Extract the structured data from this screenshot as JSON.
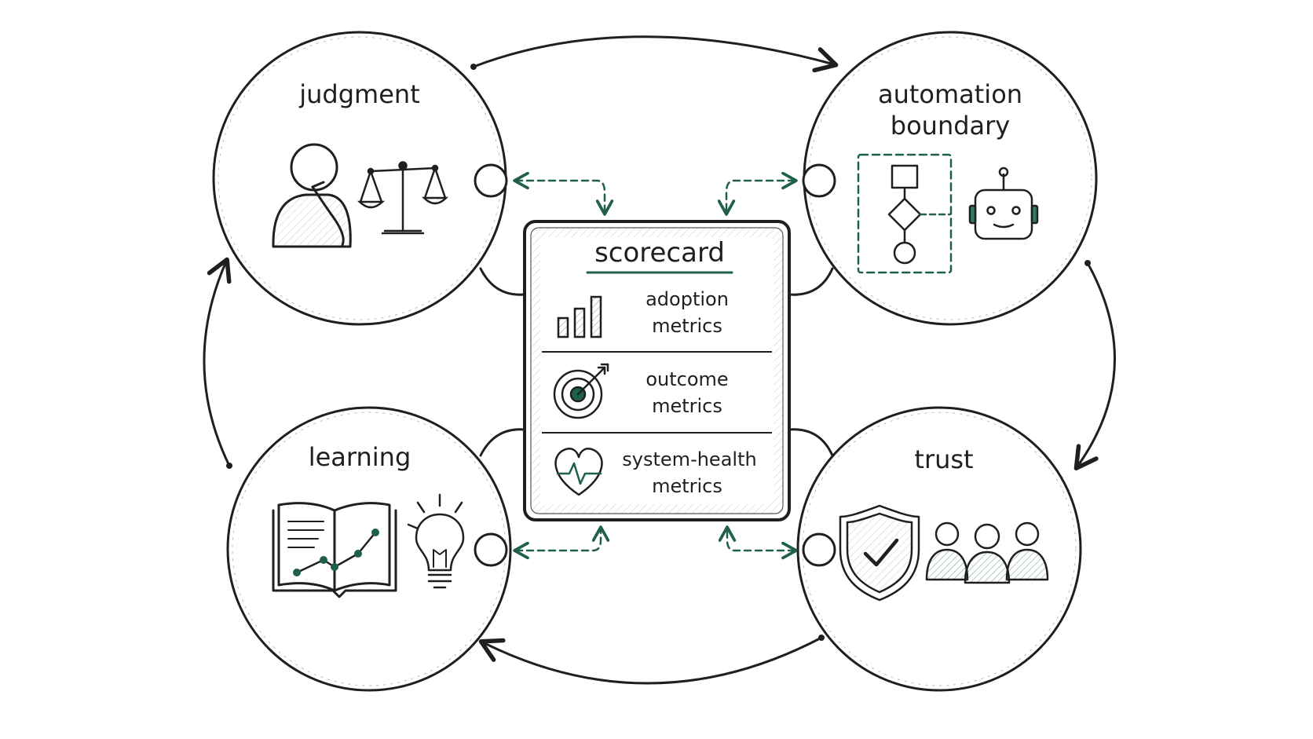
{
  "colors": {
    "ink": "#1f1f1f",
    "accent": "#1f5f4d",
    "paper": "#ffffff"
  },
  "nodes": {
    "judgment": {
      "label": "judgment",
      "icons": [
        "thinking-person-icon",
        "balance-scale-icon"
      ]
    },
    "automation_boundary": {
      "line1": "automation",
      "line2": "boundary",
      "icons": [
        "flowchart-icon",
        "robot-icon"
      ]
    },
    "learning": {
      "label": "learning",
      "icons": [
        "open-book-chart-icon",
        "lightbulb-icon"
      ]
    },
    "trust": {
      "label": "trust",
      "icons": [
        "shield-check-icon",
        "people-group-icon"
      ]
    }
  },
  "scorecard": {
    "title": "scorecard",
    "metrics": [
      {
        "line1": "adoption",
        "line2": "metrics",
        "icon": "bar-chart-icon"
      },
      {
        "line1": "outcome",
        "line2": "metrics",
        "icon": "target-icon"
      },
      {
        "line1": "system-health",
        "line2": "metrics",
        "icon": "heart-pulse-icon"
      }
    ]
  }
}
